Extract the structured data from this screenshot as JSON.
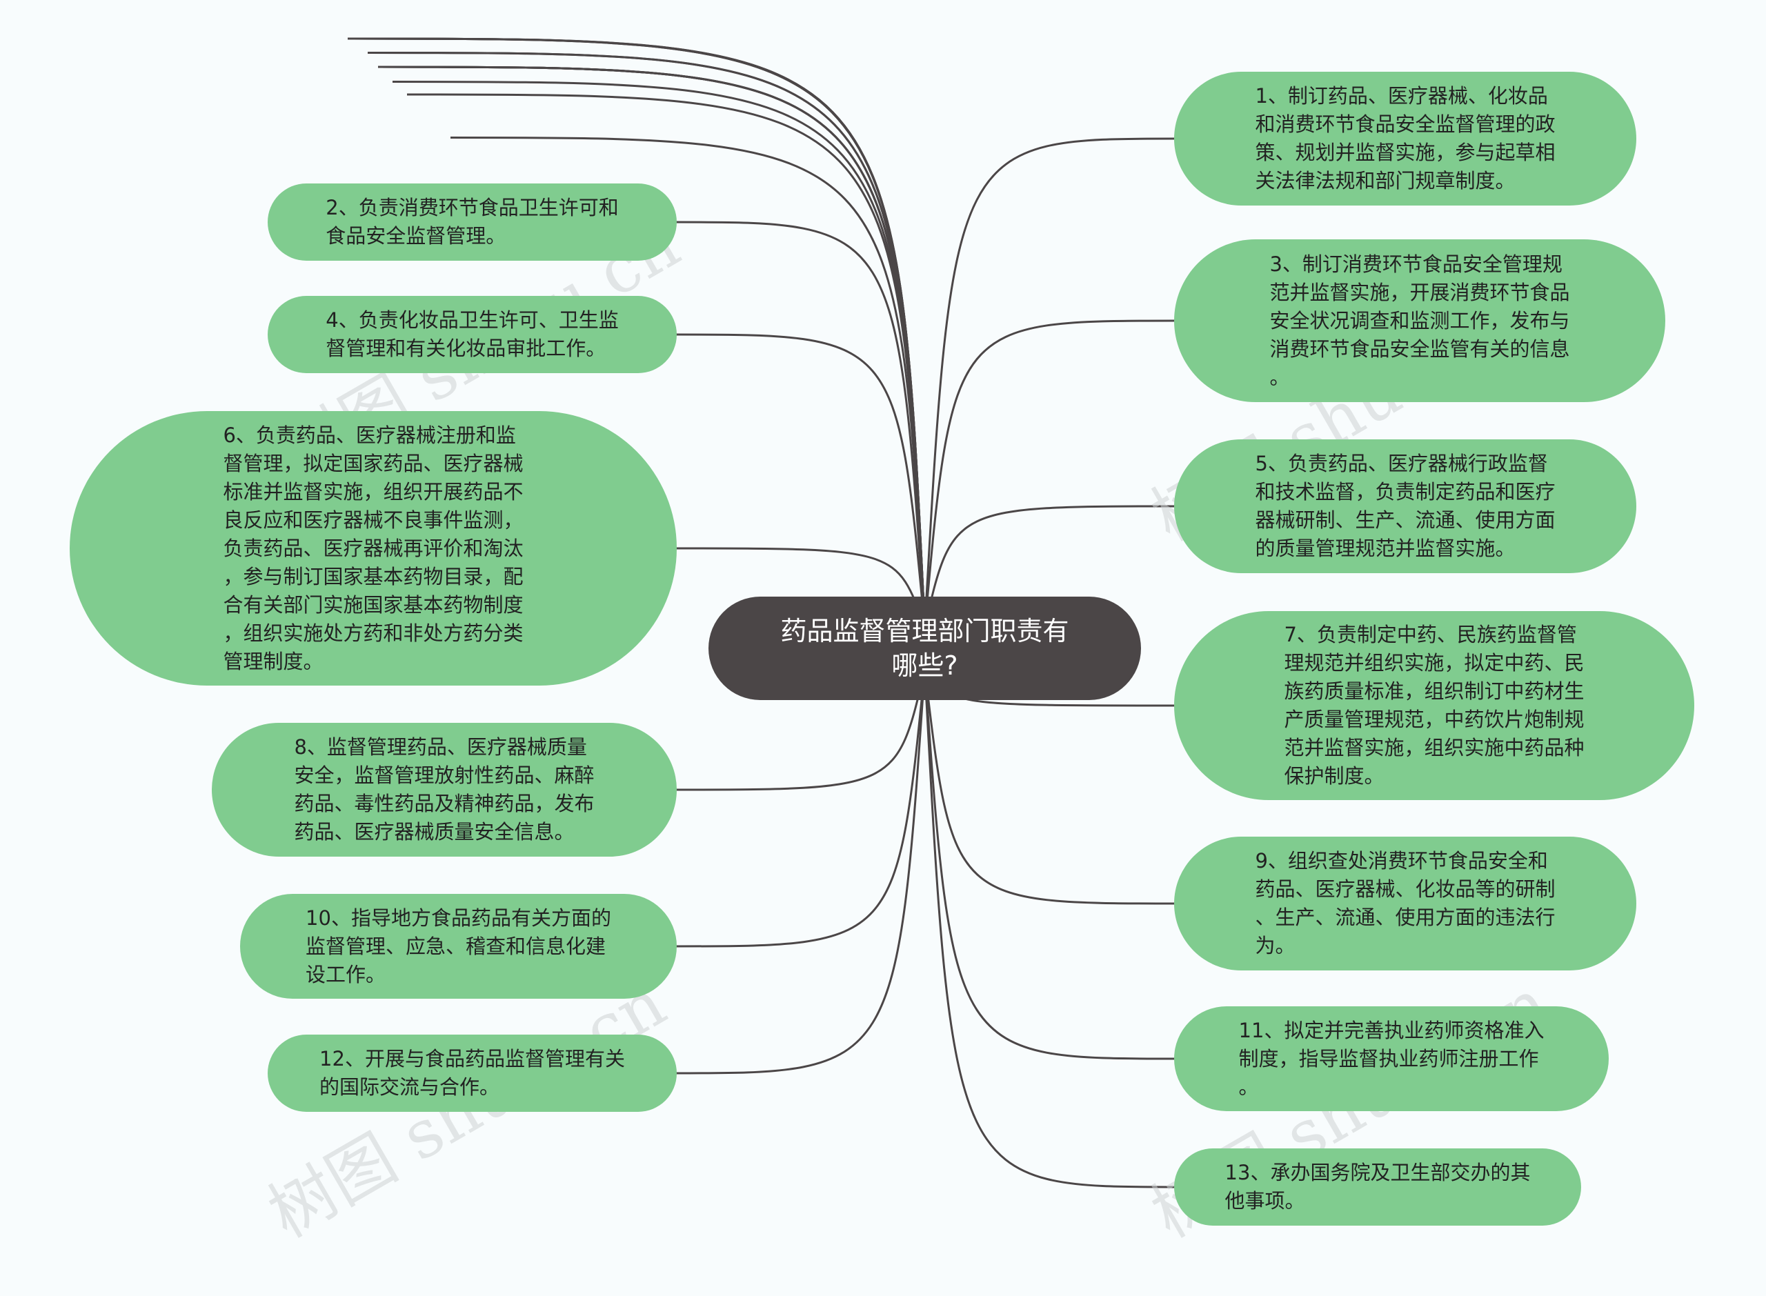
{
  "root": {
    "text": "药品监督管理部门职责有\n哪些?"
  },
  "nodes": [
    {
      "id": "n1",
      "text": "1、制订药品、医疗器械、化妆品\n和消费环节食品安全监督管理的政\n策、规划并监督实施，参与起草相\n关法律法规和部门规章制度。"
    },
    {
      "id": "n2",
      "text": "2、负责消费环节食品卫生许可和\n食品安全监督管理。"
    },
    {
      "id": "n3",
      "text": "3、制订消费环节食品安全管理规\n范并监督实施，开展消费环节食品\n安全状况调查和监测工作，发布与\n消费环节食品安全监管有关的信息\n。"
    },
    {
      "id": "n4",
      "text": "4、负责化妆品卫生许可、卫生监\n督管理和有关化妆品审批工作。"
    },
    {
      "id": "n5",
      "text": "5、负责药品、医疗器械行政监督\n和技术监督，负责制定药品和医疗\n器械研制、生产、流通、使用方面\n的质量管理规范并监督实施。"
    },
    {
      "id": "n6",
      "text": "6、负责药品、医疗器械注册和监\n督管理，拟定国家药品、医疗器械\n标准并监督实施，组织开展药品不\n良反应和医疗器械不良事件监测，\n负责药品、医疗器械再评价和淘汰\n，参与制订国家基本药物目录，配\n合有关部门实施国家基本药物制度\n，组织实施处方药和非处方药分类\n管理制度。"
    },
    {
      "id": "n7",
      "text": "7、负责制定中药、民族药监督管\n理规范并组织实施，拟定中药、民\n族药质量标准，组织制订中药材生\n产质量管理规范，中药饮片炮制规\n范并监督实施，组织实施中药品种\n保护制度。"
    },
    {
      "id": "n8",
      "text": "8、监督管理药品、医疗器械质量\n安全，监督管理放射性药品、麻醉\n药品、毒性药品及精神药品，发布\n药品、医疗器械质量安全信息。"
    },
    {
      "id": "n9",
      "text": "9、组织查处消费环节食品安全和\n药品、医疗器械、化妆品等的研制\n、生产、流通、使用方面的违法行\n为。"
    },
    {
      "id": "n10",
      "text": "10、指导地方食品药品有关方面的\n监督管理、应急、稽查和信息化建\n设工作。"
    },
    {
      "id": "n11",
      "text": "11、拟定并完善执业药师资格准入\n制度，指导监督执业药师注册工作\n。"
    },
    {
      "id": "n12",
      "text": "12、开展与食品药品监督管理有关\n的国际交流与合作。"
    },
    {
      "id": "n13",
      "text": "13、承办国务院及卫生部交办的其\n他事项。"
    }
  ],
  "watermark": "树图 shutu.cn",
  "colors": {
    "node": "#80cc8f",
    "root": "#4b4647",
    "edge": "#4b4647",
    "background": "#f8fcfd"
  }
}
